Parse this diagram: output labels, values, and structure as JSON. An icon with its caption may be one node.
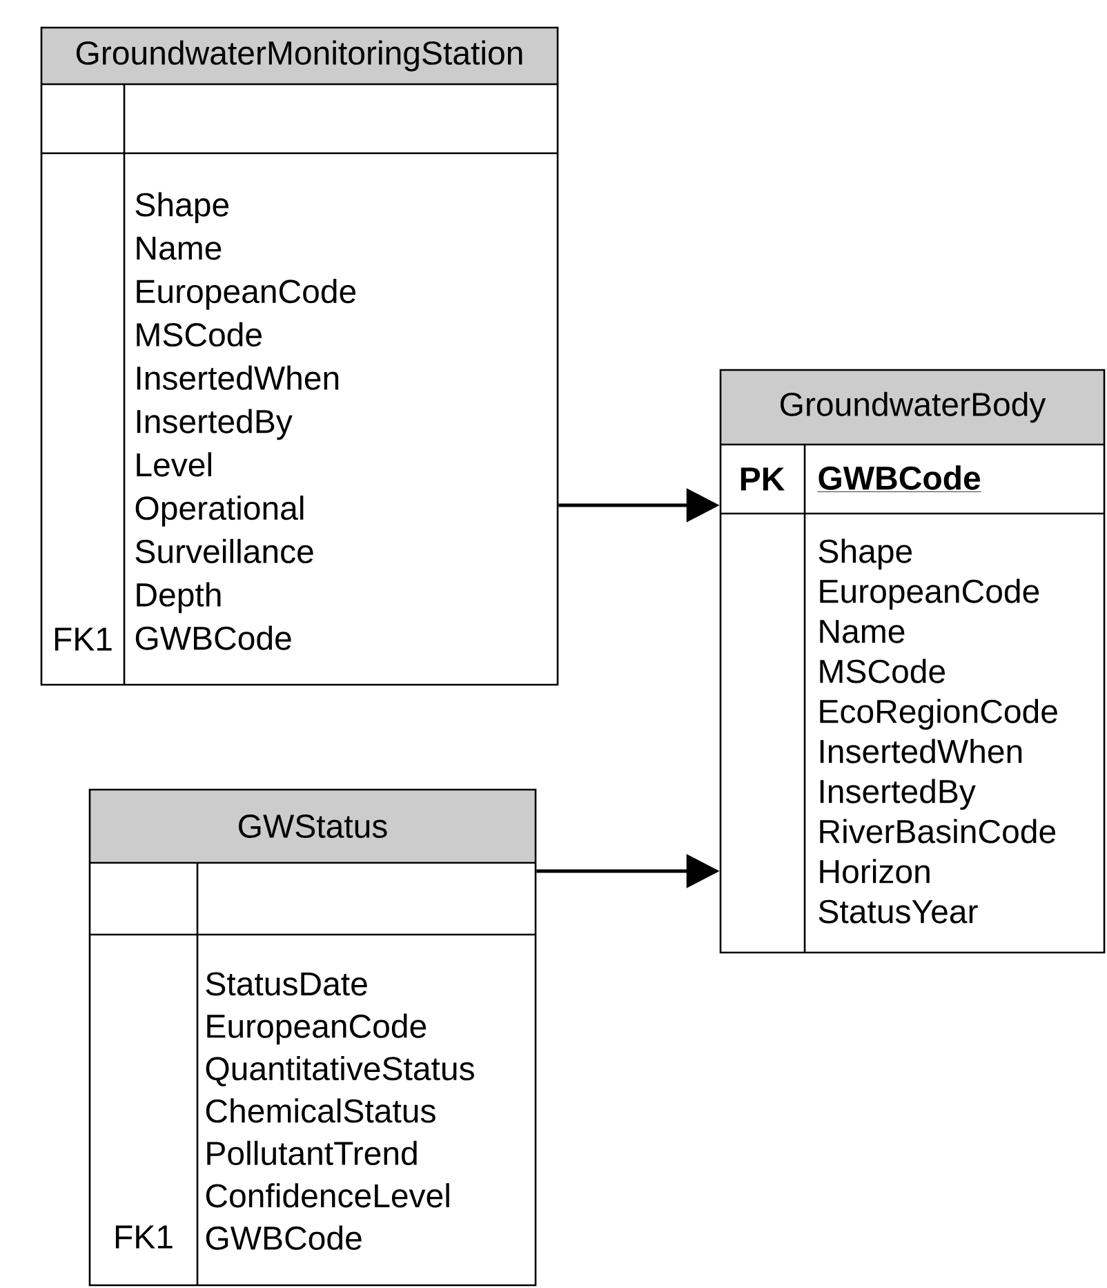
{
  "diagram": {
    "nodes": [
      {
        "text": [
          "GroundwaterMonitoringStation"
        ]
      },
      {
        "text": [
          "FK1"
        ],
        "in": 0
      },
      {
        "text": [
          "Shape",
          "Name",
          "EuropeanCode",
          "MSCode",
          "InsertedWhen",
          "InsertedBy",
          "Level",
          "Operational",
          "Surveillance",
          "Depth",
          "GWBCode"
        ],
        "in": 0
      },
      {
        "text": [
          "GroundwaterBody"
        ]
      },
      {
        "text": [
          "PK"
        ],
        "in": 3
      },
      {
        "text": [
          "GWBCode"
        ],
        "in": 3
      },
      {
        "text": [
          "Shape",
          "EuropeanCode",
          "Name",
          "MSCode",
          "EcoRegionCode",
          "InsertedWhen",
          "InsertedBy",
          "RiverBasinCode",
          "Horizon",
          "StatusYear"
        ],
        "in": 3
      },
      {
        "text": [
          "GWStatus"
        ]
      },
      {
        "text": [
          "FK1"
        ],
        "in": 7
      },
      {
        "text": [
          "StatusDate",
          "EuropeanCode",
          "QuantitativeStatus",
          "ChemicalStatus",
          "PollutantTrend",
          "ConfidenceLevel",
          "GWBCode"
        ],
        "in": 7
      }
    ],
    "edges": [
      {
        "from": 0,
        "to": 3,
        "arrow": "to"
      },
      {
        "from": 7,
        "to": 3,
        "arrow": "to"
      }
    ]
  }
}
